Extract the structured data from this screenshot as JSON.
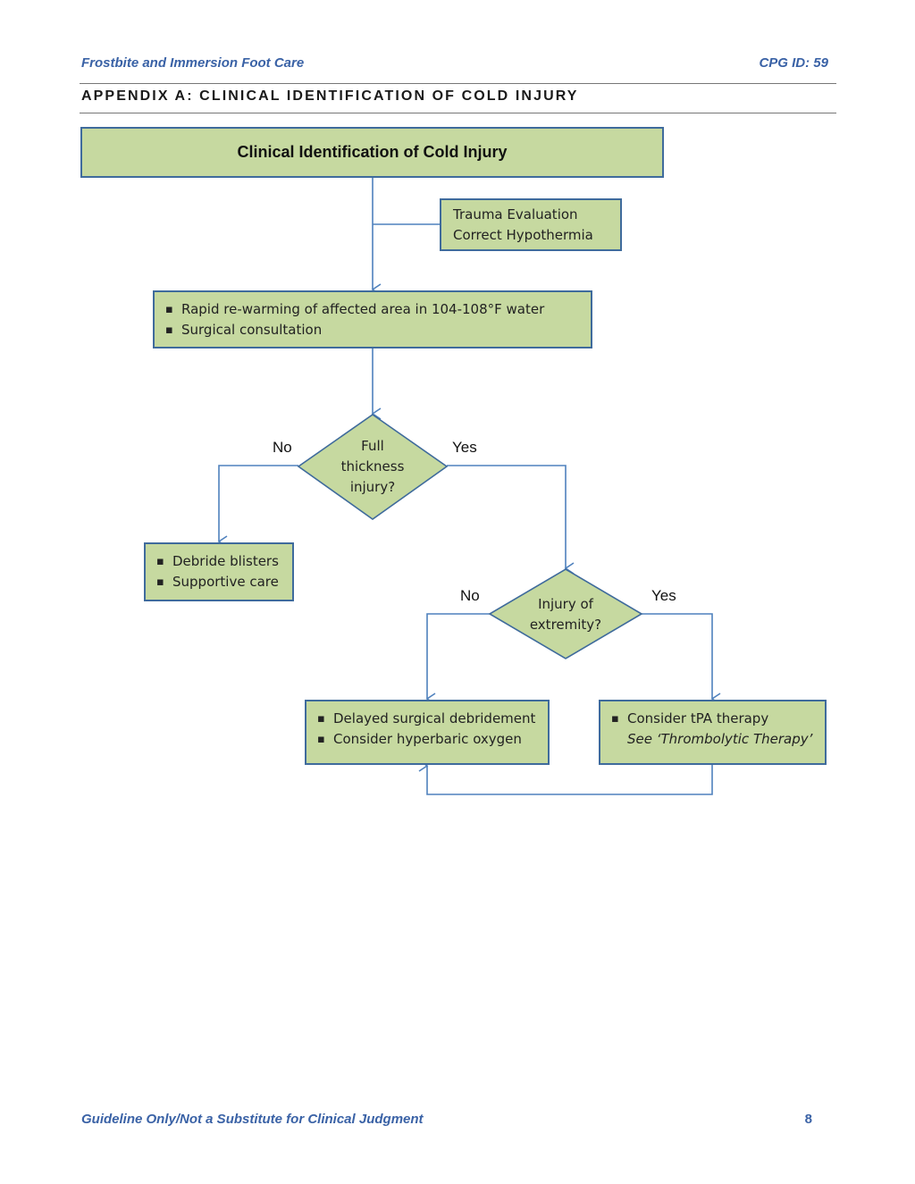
{
  "header": {
    "left": "Frostbite and Immersion Foot Care",
    "right": "CPG ID: 59",
    "appendix": "APPENDIX A: CLINICAL IDENTIFICATION OF COLD INJURY"
  },
  "flowchart": {
    "title": "Clinical Identification of Cold Injury",
    "side_box": {
      "line1": "Trauma Evaluation",
      "line2": "Correct Hypothermia"
    },
    "step1": {
      "item1": "Rapid re-warming of affected area in 104-108°F water",
      "item2": "Surgical consultation"
    },
    "decision1": {
      "line1": "Full",
      "line2": "thickness",
      "line3": "injury?",
      "no": "No",
      "yes": "Yes"
    },
    "no_branch": {
      "item1": "Debride blisters",
      "item2": "Supportive care"
    },
    "decision2": {
      "line1": "Injury of",
      "line2": "extremity?",
      "no": "No",
      "yes": "Yes"
    },
    "delayed": {
      "item1": "Delayed surgical debridement",
      "item2": "Consider hyperbaric oxygen"
    },
    "tpa": {
      "item1": "Consider tPA therapy",
      "item2": "See ‘Thrombolytic Therapy’"
    }
  },
  "footer": {
    "left": "Guideline Only/Not a Substitute for Clinical Judgment",
    "page": "8"
  },
  "colors": {
    "box_fill": "#c6d9a0",
    "box_border": "#3f6b9c",
    "connector": "#4f81bd",
    "header_text": "#3a62a6"
  }
}
